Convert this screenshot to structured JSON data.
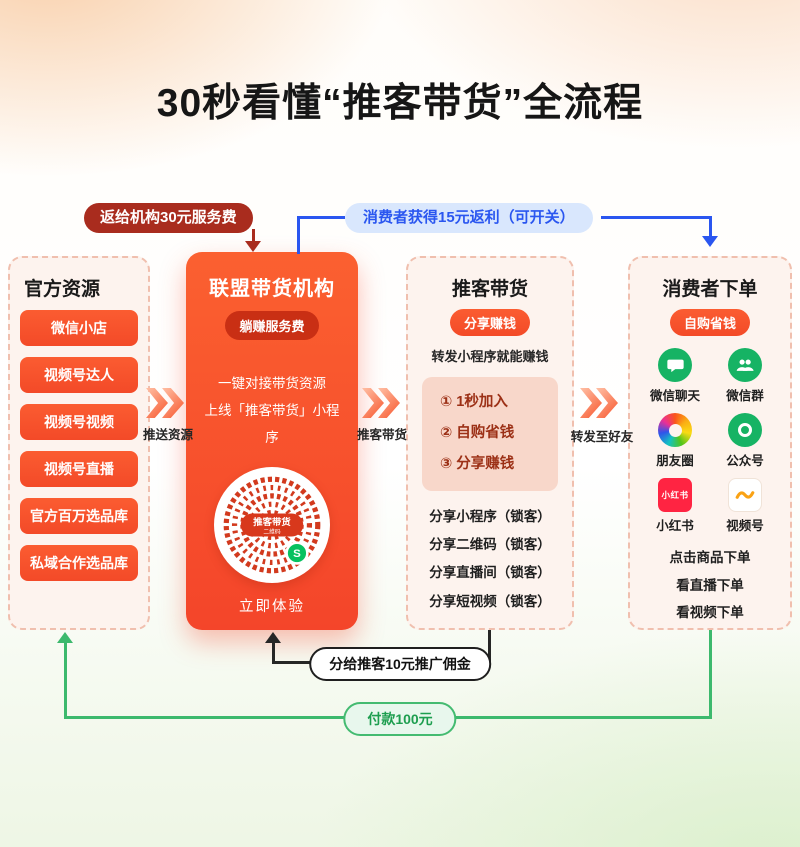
{
  "title": "30秒看懂“推客带货”全流程",
  "annotations": {
    "agency_fee": "返给机构30元服务费",
    "consumer_rebate": "消费者获得15元返利（可开关）",
    "tuike_commission": "分给推客10元推广佣金",
    "payment": "付款100元"
  },
  "flow": {
    "labels": [
      "推送资源",
      "推客带货",
      "转发至好友"
    ]
  },
  "columns": {
    "resources": {
      "title": "官方资源",
      "items": [
        "微信小店",
        "视频号达人",
        "视频号视频",
        "视频号直播",
        "官方百万选品库",
        "私域合作选品库"
      ]
    },
    "agency": {
      "title": "联盟带货机构",
      "badge": "躺赚服务费",
      "lines": [
        "一键对接带货资源",
        "上线「推客带货」小程序"
      ],
      "qr_label": "推客带货",
      "qr_sublabel": "二维码",
      "miniprogram_glyph": "S",
      "cta": "立即体验"
    },
    "tuike": {
      "title": "推客带货",
      "badge": "分享赚钱",
      "subtitle": "转发小程序就能赚钱",
      "steps": [
        "① 1秒加入",
        "② 自购省钱",
        "③ 分享赚钱"
      ],
      "share_items": [
        "分享小程序（锁客）",
        "分享二维码（锁客）",
        "分享直播间（锁客）",
        "分享短视频（锁客）"
      ]
    },
    "consumer": {
      "title": "消费者下单",
      "badge": "自购省钱",
      "channels": [
        {
          "label": "微信聊天",
          "icon": "wechat-chat-icon"
        },
        {
          "label": "微信群",
          "icon": "wechat-group-icon"
        },
        {
          "label": "朋友圈",
          "icon": "moments-icon"
        },
        {
          "label": "公众号",
          "icon": "official-account-icon"
        },
        {
          "label": "小红书",
          "icon": "xiaohongshu-icon",
          "icon_text": "小红书"
        },
        {
          "label": "视频号",
          "icon": "channels-icon"
        }
      ],
      "actions": [
        "点击商品下单",
        "看直播下单",
        "看视频下单"
      ]
    }
  },
  "colors": {
    "accent_orange": "#f5502b",
    "deep_red": "#a92c1e",
    "blue": "#2a56f0",
    "green": "#3cb96d",
    "black_line": "#262626"
  }
}
